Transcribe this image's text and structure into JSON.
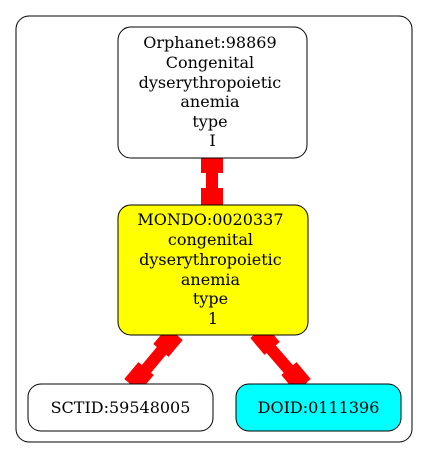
{
  "nodes": {
    "orphanet": {
      "lines": [
        "Orphanet:98869",
        "Congenital",
        "dyserythropoietic",
        "anemia",
        "type",
        "I"
      ],
      "fill": "#ffffff"
    },
    "mondo": {
      "lines": [
        "MONDO:0020337",
        "congenital",
        "dyserythropoietic",
        "anemia",
        "type",
        "1"
      ],
      "fill": "#ffff00"
    },
    "sctid": {
      "lines": [
        "SCTID:59548005"
      ],
      "fill": "#ffffff"
    },
    "doid": {
      "lines": [
        "DOID:0111396"
      ],
      "fill": "#00ffff"
    }
  },
  "colors": {
    "edge": "#ff0000",
    "border": "#000000"
  }
}
